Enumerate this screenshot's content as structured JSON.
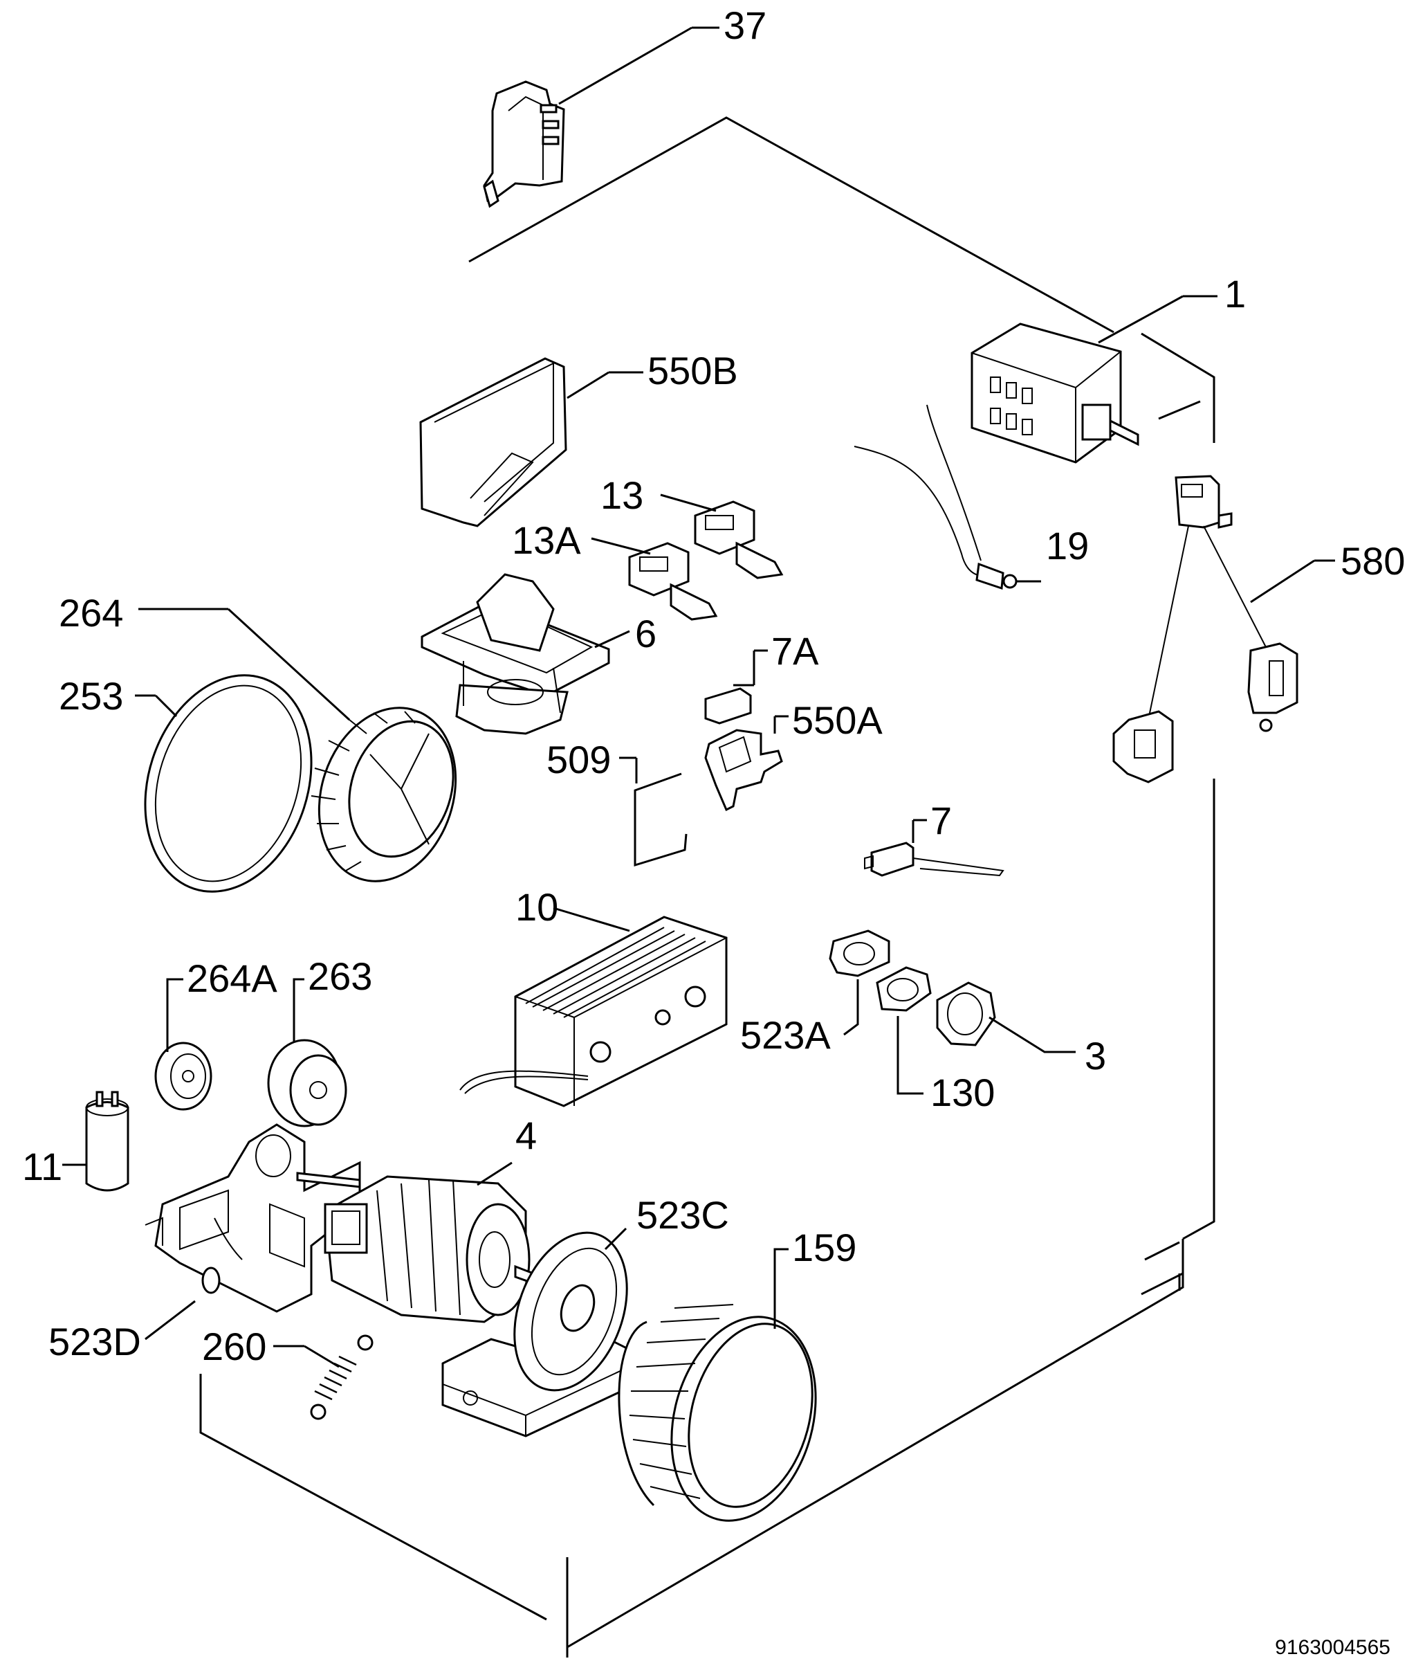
{
  "labels": {
    "p37": "37",
    "p1": "1",
    "p550b": "550B",
    "p13": "13",
    "p13a": "13A",
    "p19": "19",
    "p580": "580",
    "p264": "264",
    "p6": "6",
    "p253": "253",
    "p7a": "7A",
    "p550a": "550A",
    "p509": "509",
    "p7": "7",
    "p10": "10",
    "p264a": "264A",
    "p263": "263",
    "p523a": "523A",
    "p3": "3",
    "p130": "130",
    "p11": "11",
    "p4": "4",
    "p523c": "523C",
    "p159": "159",
    "p523d": "523D",
    "p260": "260"
  },
  "drawing_number": "9163004565"
}
